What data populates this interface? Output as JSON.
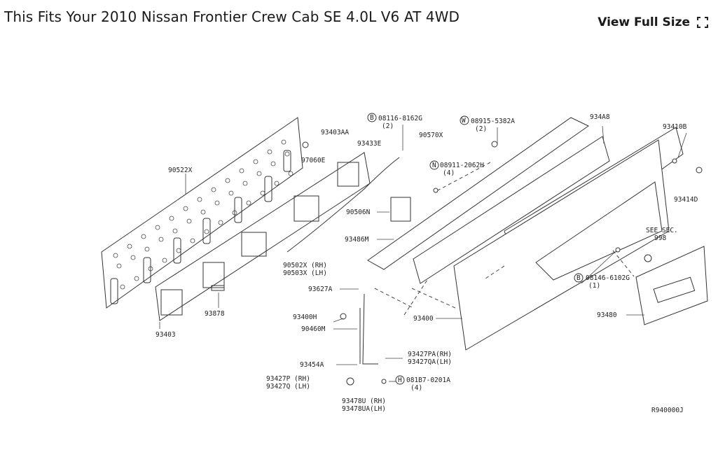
{
  "header": {
    "title": "This Fits Your 2010 Nissan Frontier Crew Cab SE 4.0L V6 AT 4WD",
    "view_full_size": "View Full Size",
    "expand_icon": "expand-icon"
  },
  "diagram": {
    "labels": {
      "p90522x": "90522X",
      "p93403aa": "93403AA",
      "p97060e": "97060E",
      "p93433e": "93433E",
      "p08116": "08116-8162G",
      "p08116q": "(2)",
      "p90570x": "90570X",
      "p08915": "08915-5382A",
      "p08915q": "(2)",
      "p93468": "934A8",
      "p93410b": "93410B",
      "p08911": "08911-2062H",
      "p08911q": "(4)",
      "p93414d": "93414D",
      "p90506n": "90506N",
      "p93486m": "93486M",
      "p90502x": "90502X (RH)",
      "p90503x": "90503X (LH)",
      "pseesec": "SEE SEC.",
      "pseesec2": "998",
      "p08146": "08146-6102G",
      "p08146q": "(1)",
      "p93427a": "93627A",
      "p93878": "93878",
      "p93403": "93403",
      "p93400h": "93400H",
      "p90460m": "90460M",
      "p93400": "93400",
      "p93480": "93480",
      "p93454a": "93454A",
      "p93427pa": "93427PA(RH)",
      "p93427qa": "93427QA(LH)",
      "p93427p": "93427P (RH)",
      "p93427q": "93427Q (LH)",
      "p081b7": "081B7-0201A",
      "p081b7q": "(4)",
      "p93478u": "93478U (RH)",
      "p93478ua": "93478UA(LH)",
      "ref": "R940000J"
    }
  }
}
